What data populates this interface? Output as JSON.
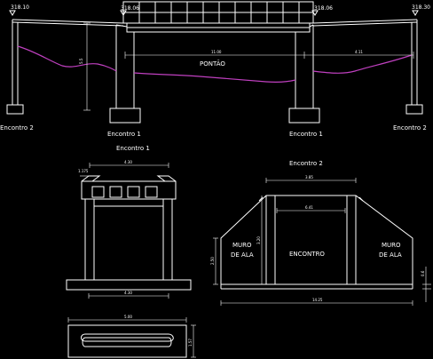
{
  "elevations": {
    "left_end": "318.10",
    "left_deck": "318.06",
    "right_deck": "318.06",
    "right_end": "318.30"
  },
  "labels": {
    "encontro_2_left": "Encontro 2",
    "encontro_1_left": "Encontro 1",
    "encontro_1_right": "Encontro 1",
    "encontro_2_right": "Encontro 2",
    "pontao": "PONTÃO",
    "section_encontro_1": "Encontro 1",
    "section_encontro_2": "Encontro 2",
    "muro_de_ala_left_1": "MURO",
    "muro_de_ala_left_2": "DE ALA",
    "encontro_center": "ENCONTRO",
    "muro_de_ala_right_1": "MURO",
    "muro_de_ala_right_2": "DE ALA"
  },
  "dimensions": {
    "span_main": "11.00",
    "span_right": "4.11",
    "height_left": "5.5",
    "enc1_top_width": "4.30",
    "enc1_bottom_width": "4.30",
    "enc1_corner": "1.175",
    "enc1_plan_width": "5.00",
    "enc1_plan_height": "1.57",
    "enc2_top_width": "3.85",
    "enc2_inner_width": "6.41",
    "enc2_height_inner": "3.20",
    "enc2_height_outer": "2.50",
    "enc2_total_width": "14.25",
    "enc2_footing": "0.6"
  },
  "colors": {
    "background": "#000000",
    "lines": "#ffffff",
    "terrain": "#c040c0"
  }
}
